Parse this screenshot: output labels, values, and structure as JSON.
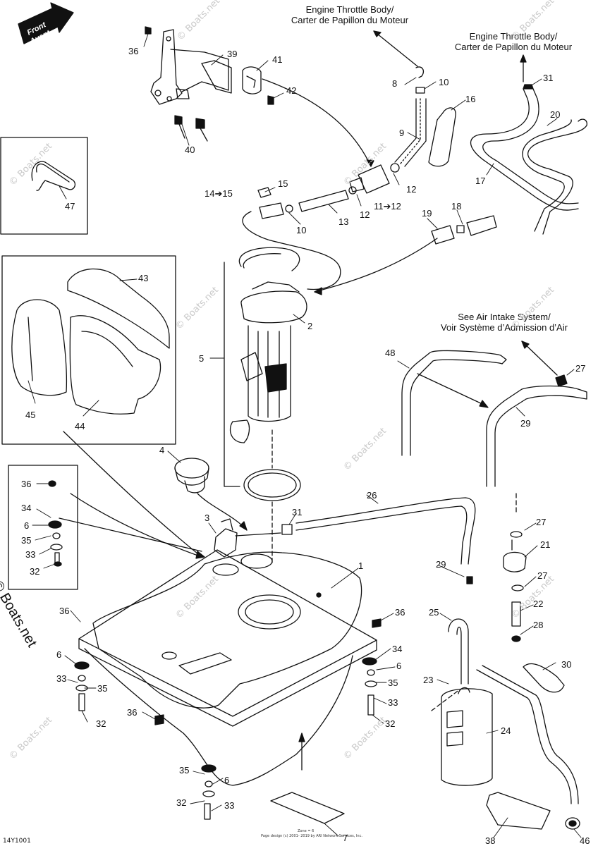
{
  "front_indicator": {
    "line1": "Front",
    "line2": "Avant"
  },
  "callouts": {
    "throttle_1": {
      "line1": "Engine Throttle Body/",
      "line2": "Carter de Papillon du Moteur"
    },
    "throttle_2": {
      "line1": "Engine Throttle Body/",
      "line2": "Carter de Papillon du Moteur"
    },
    "air_intake": {
      "line1": "See Air Intake System/",
      "line2": "Voir Système d’Admission d’Air"
    }
  },
  "part_labels": [
    "36",
    "39",
    "41",
    "42",
    "40",
    "8",
    "10",
    "16",
    "9",
    "31",
    "20",
    "17",
    "15",
    "14➔15",
    "12",
    "11➔12",
    "12",
    "13",
    "10",
    "19",
    "18",
    "47",
    "43",
    "2",
    "5",
    "45",
    "44",
    "48",
    "27",
    "29",
    "4",
    "36",
    "34",
    "6",
    "35",
    "33",
    "32",
    "3",
    "31",
    "26",
    "1",
    "27",
    "21",
    "29",
    "27",
    "22",
    "28",
    "25",
    "36",
    "36",
    "34",
    "6",
    "35",
    "33",
    "6",
    "33",
    "35",
    "32",
    "32",
    "30",
    "23",
    "24",
    "36",
    "35",
    "6",
    "32",
    "33",
    "7",
    "38",
    "46"
  ],
  "footer": {
    "code": "14Y1001",
    "design_line1": "Zone = 6",
    "design_line2": "Page design (c) 2001- 2019 by ARI Network Services, Inc."
  },
  "watermark": {
    "text": "© Boats.net",
    "side_text": "© Boats.net"
  },
  "colors": {
    "line": "#111111",
    "watermark": "#c9c9c9"
  }
}
